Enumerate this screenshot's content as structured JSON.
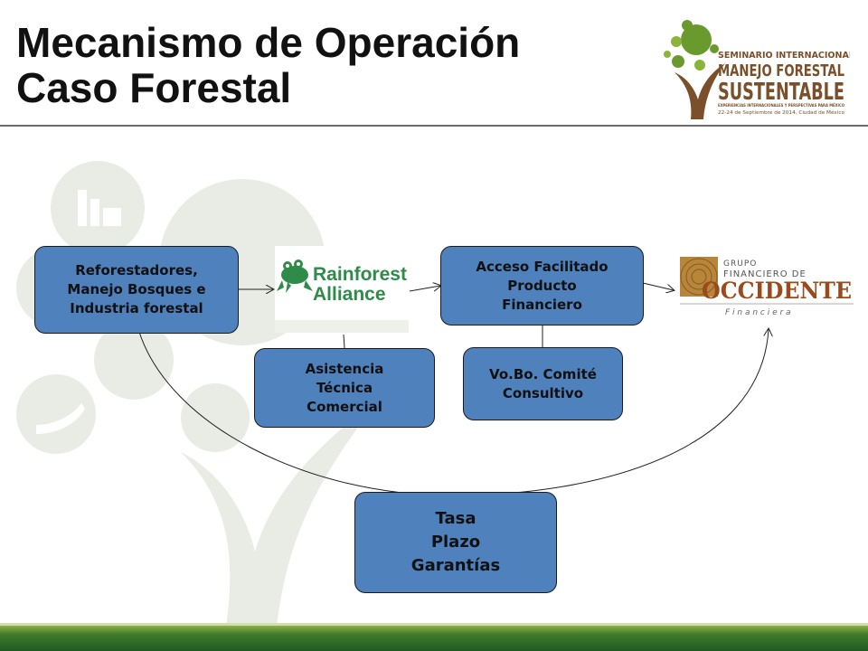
{
  "title": {
    "line1": "Mecanismo de Operación",
    "line2": "Caso Forestal"
  },
  "seminar_logo": {
    "line1": "SEMINARIO INTERNACIONAL DE",
    "line2": "MANEJO FORESTAL",
    "line3": "SUSTENTABLE",
    "line4": "EXPERIENCIAS INTERNACIONALES Y PERSPECTIVAS PARA MÉXICO",
    "line5": "22-24 de Septiembre de 2014, Ciudad de México"
  },
  "nodes": {
    "reforestadores": {
      "line1": "Reforestadores,",
      "line2": "Manejo Bosques e",
      "line3": "Industria forestal"
    },
    "acceso": {
      "line1": "Acceso Facilitado",
      "line2": "Producto",
      "line3": "Financiero"
    },
    "asistencia": {
      "line1": "Asistencia",
      "line2": "Técnica",
      "line3": "Comercial"
    },
    "vobo": {
      "line1": "Vo.Bo. Comité",
      "line2": "Consultivo"
    },
    "terms": {
      "line1": "Tasa",
      "line2": "Plazo",
      "line3": "Garantías"
    }
  },
  "rainforest_logo": {
    "line1": "Rainforest",
    "line2": "Alliance"
  },
  "occidente_logo": {
    "line1": "GRUPO",
    "line2": "FINANCIERO DE",
    "line3": "OCCIDENTE",
    "line4": "F i n a n c i e r a"
  },
  "colors": {
    "box_fill": "#4f81bd",
    "box_border": "#1a1a1a",
    "rainforest_green": "#2e8b4a",
    "occidente_brown": "#9a4a1c",
    "occidente_gold": "#b8863a",
    "seminar_green": "#6a9a2e",
    "seminar_brown": "#7a4f2a",
    "footer_green": "#2f6d25"
  }
}
